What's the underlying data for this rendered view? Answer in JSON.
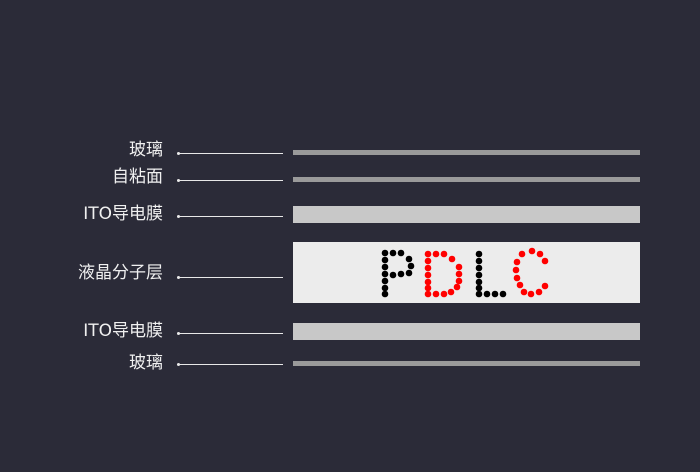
{
  "layers": [
    {
      "label": "玻璃",
      "color": "#9a9a9a"
    },
    {
      "label": "自粘面",
      "color": "#9a9a9a"
    },
    {
      "label": "ITO导电膜",
      "color": "#c8c8c8"
    },
    {
      "label": "液晶分子层",
      "color": "#ececec"
    },
    {
      "label": "ITO导电膜",
      "color": "#c8c8c8"
    },
    {
      "label": "玻璃",
      "color": "#9a9a9a"
    }
  ],
  "pdlc_logo": {
    "text": "PDLC",
    "letter_colors": [
      "#000000",
      "#ff0000",
      "#000000",
      "#ff0000"
    ]
  }
}
